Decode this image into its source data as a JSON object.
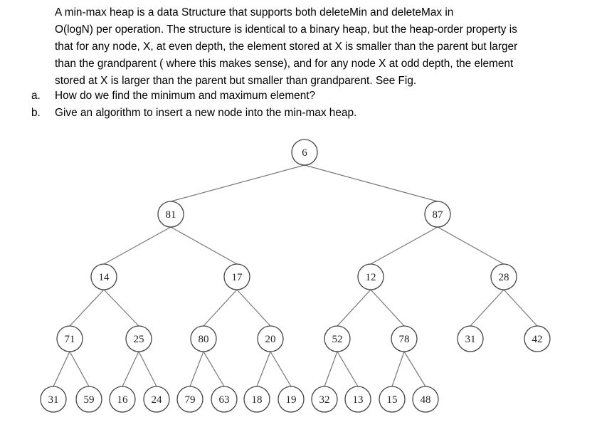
{
  "question": {
    "lines": [
      "A min-max heap is a data Structure that supports both deleteMin and deleteMax in",
      "O(logN) per operation. The structure is identical to a binary heap, but the heap-order property is",
      "that for any node, X, at even depth, the element stored at X is smaller than the parent but larger",
      "than the grandparent ( where this makes sense), and for any node X at odd depth, the element",
      "stored at X is larger than the parent but smaller than grandparent. See Fig."
    ],
    "items": [
      {
        "marker": "a.",
        "text": "How do we find the minimum and maximum element?"
      },
      {
        "marker": "b.",
        "text": "Give an algorithm to insert a new node into the min-max heap."
      }
    ]
  },
  "heap": {
    "levels": [
      [
        6
      ],
      [
        81,
        87
      ],
      [
        14,
        17,
        12,
        28
      ],
      [
        71,
        25,
        80,
        20,
        52,
        78,
        31,
        42
      ],
      [
        31,
        59,
        16,
        24,
        79,
        63,
        18,
        19,
        32,
        13,
        15,
        48
      ]
    ]
  }
}
